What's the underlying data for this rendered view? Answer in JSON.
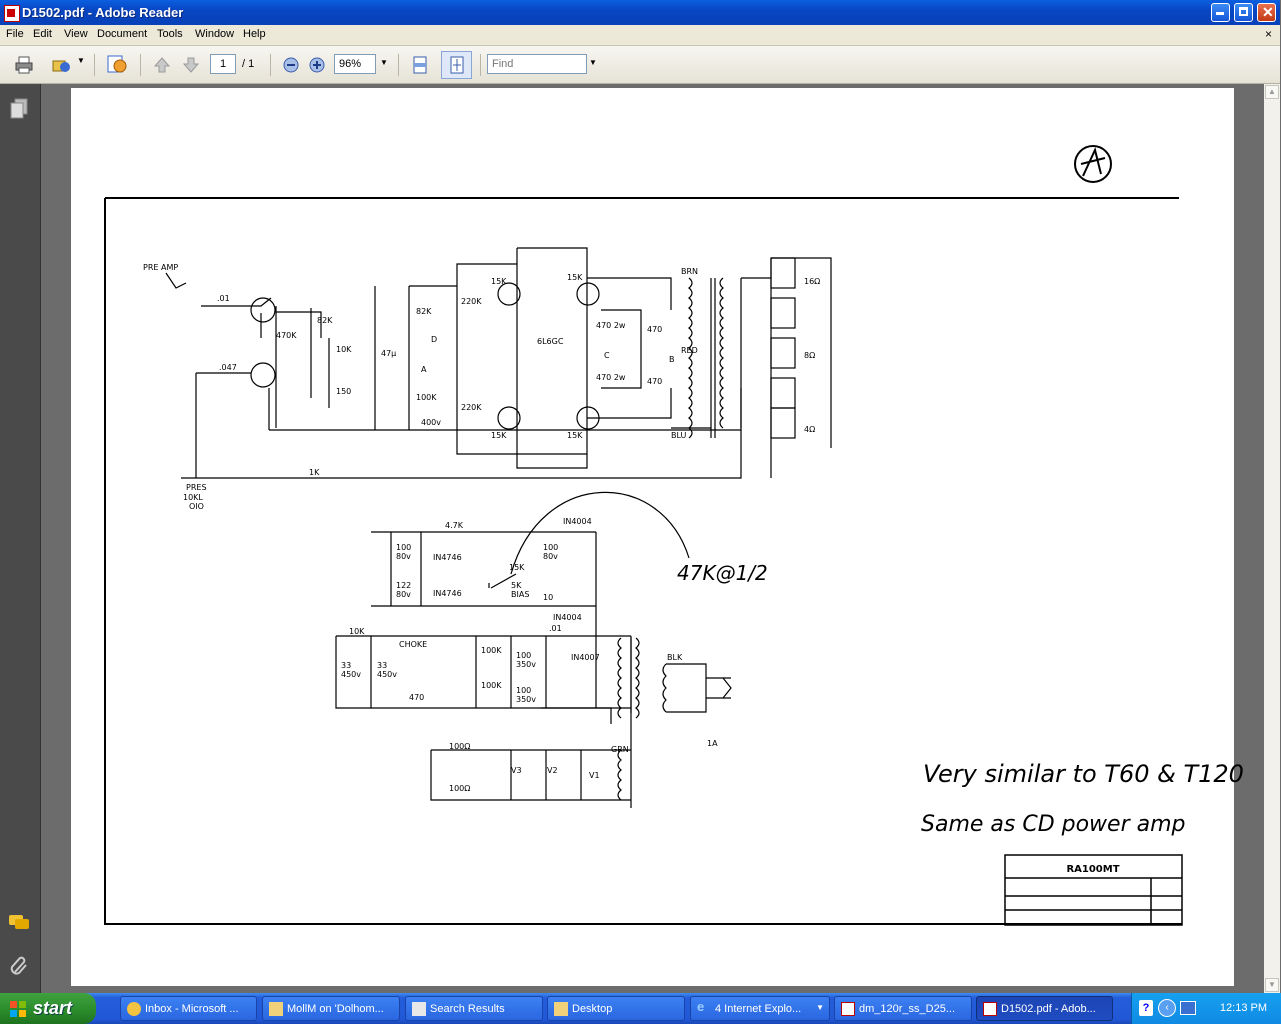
{
  "window": {
    "title": "D1502.pdf - Adobe Reader"
  },
  "menu": [
    "File",
    "Edit",
    "View",
    "Document",
    "Tools",
    "Window",
    "Help"
  ],
  "menu_close": "×",
  "toolbar": {
    "page_current": "1",
    "page_total": "/ 1",
    "zoom": "96%",
    "find_placeholder": "Find"
  },
  "document": {
    "model": "RA100MT",
    "note1": "Very similar to T60 & T120",
    "note2": "Same as  CD power amp",
    "handwritten_value": "47K@1/2",
    "labels": {
      "pre_amp": "PRE AMP",
      "pres": "PRES",
      "pres_val": "10KL",
      "pres_sub": "OIO",
      "r1k": "1K",
      "c01": ".01",
      "c047": ".047",
      "r470k": "470K",
      "r82k": "82K",
      "r10k": "10K",
      "r150": "150",
      "c47u": "47µ",
      "r82k2": "82K",
      "r100k": "100K",
      "c400v": "400v",
      "r220k_a": "220K",
      "r220k_b": "220K",
      "r15k_a": "15K",
      "r15k_b": "15K",
      "r15k_c": "15K",
      "r15k_d": "15K",
      "tube": "6L6GC",
      "r470_a": "470 2w",
      "r470_b": "470 2w",
      "r470_c": "470",
      "r470_d": "470",
      "brn": "BRN",
      "red": "RED",
      "blu": "BLU",
      "blk": "BLK",
      "grn": "GRN",
      "out_16": "16Ω",
      "out_8": "8Ω",
      "out_4": "4Ω",
      "r47k": "4.7K",
      "d_in4004_a": "IN4004",
      "d_in4004_b": "IN4004",
      "d_in4007": "IN4007",
      "z1": "IN4746",
      "z2": "IN4746",
      "c100": "100",
      "c100v": "80v",
      "c122": "122",
      "c80v": "80v",
      "c100b": "100",
      "c80b": "80v",
      "r15kb": "15K",
      "r5k": "5K",
      "bias": "BIAS",
      "c10": "10",
      "r10k_b": "10K",
      "choke": "CHOKE",
      "c33a": "33",
      "c33a_v": "450v",
      "c33b": "33",
      "c33b_v": "450v",
      "r100k_b": "100K",
      "r100k_c": "100K",
      "c100_c": "100",
      "c100_cv": "350v",
      "c100_d": "100",
      "c100_dv": "350v",
      "r470_e": "470",
      "c01b": ".01",
      "r100_a": "100Ω",
      "r100_b": "100Ω",
      "v1": "V1",
      "v2": "V2",
      "v3": "V3",
      "fuse": "1A",
      "node_a": "A",
      "node_b": "B",
      "node_c": "C",
      "node_d": "D"
    }
  },
  "taskbar": {
    "start": "start",
    "tasks": [
      "Inbox - Microsoft ...",
      "MollM on 'Dolhom...",
      "Search Results",
      "Desktop",
      "4 Internet Explo...",
      "dm_120r_ss_D25...",
      "D1502.pdf - Adob..."
    ],
    "clock": "12:13 PM"
  }
}
